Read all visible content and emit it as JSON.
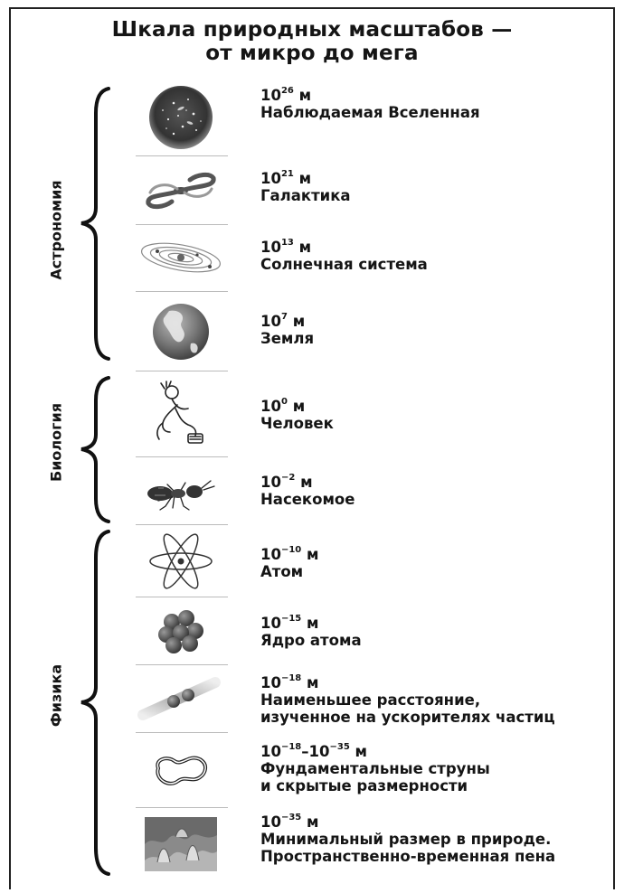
{
  "title": {
    "line1": "Шкала природных масштабов —",
    "line2": "от микро до мега"
  },
  "groups": [
    {
      "label": "Астрономия"
    },
    {
      "label": "Биология"
    },
    {
      "label": "Физика"
    }
  ],
  "items": [
    {
      "base": "10",
      "exp": "26",
      "unit": "м",
      "name_lines": [
        "Наблюдаемая Вселенная"
      ],
      "icon": "observable-universe-icon"
    },
    {
      "base": "10",
      "exp": "21",
      "unit": "м",
      "name_lines": [
        "Галактика"
      ],
      "icon": "galaxy-icon"
    },
    {
      "base": "10",
      "exp": "13",
      "unit": "м",
      "name_lines": [
        "Солнечная система"
      ],
      "icon": "solar-system-icon"
    },
    {
      "base": "10",
      "exp": "7",
      "unit": "м",
      "name_lines": [
        "Земля"
      ],
      "icon": "earth-icon"
    },
    {
      "base": "10",
      "exp": "0",
      "unit": "м",
      "name_lines": [
        "Человек"
      ],
      "icon": "human-icon"
    },
    {
      "base": "10",
      "exp": "−2",
      "unit": "м",
      "name_lines": [
        "Насекомое"
      ],
      "icon": "ant-icon"
    },
    {
      "base": "10",
      "exp": "−10",
      "unit": "м",
      "name_lines": [
        "Атом"
      ],
      "icon": "atom-icon"
    },
    {
      "base": "10",
      "exp": "−15",
      "unit": "м",
      "name_lines": [
        "Ядро атома"
      ],
      "icon": "nucleus-icon"
    },
    {
      "base": "10",
      "exp": "−18",
      "unit": "м",
      "name_lines": [
        "Наименьшее расстояние,",
        "изученное на ускорителях частиц"
      ],
      "icon": "particle-collision-icon"
    },
    {
      "base": "10",
      "exp": "−18",
      "base2": "10",
      "exp2": "−35",
      "unit": "м",
      "name_lines": [
        "Фундаментальные струны",
        "и скрытые размерности"
      ],
      "icon": "string-loop-icon"
    },
    {
      "base": "10",
      "exp": "−35",
      "unit": "м",
      "name_lines": [
        "Минимальный размер в природе.",
        "Пространственно-временная пена"
      ],
      "icon": "spacetime-foam-icon"
    }
  ]
}
